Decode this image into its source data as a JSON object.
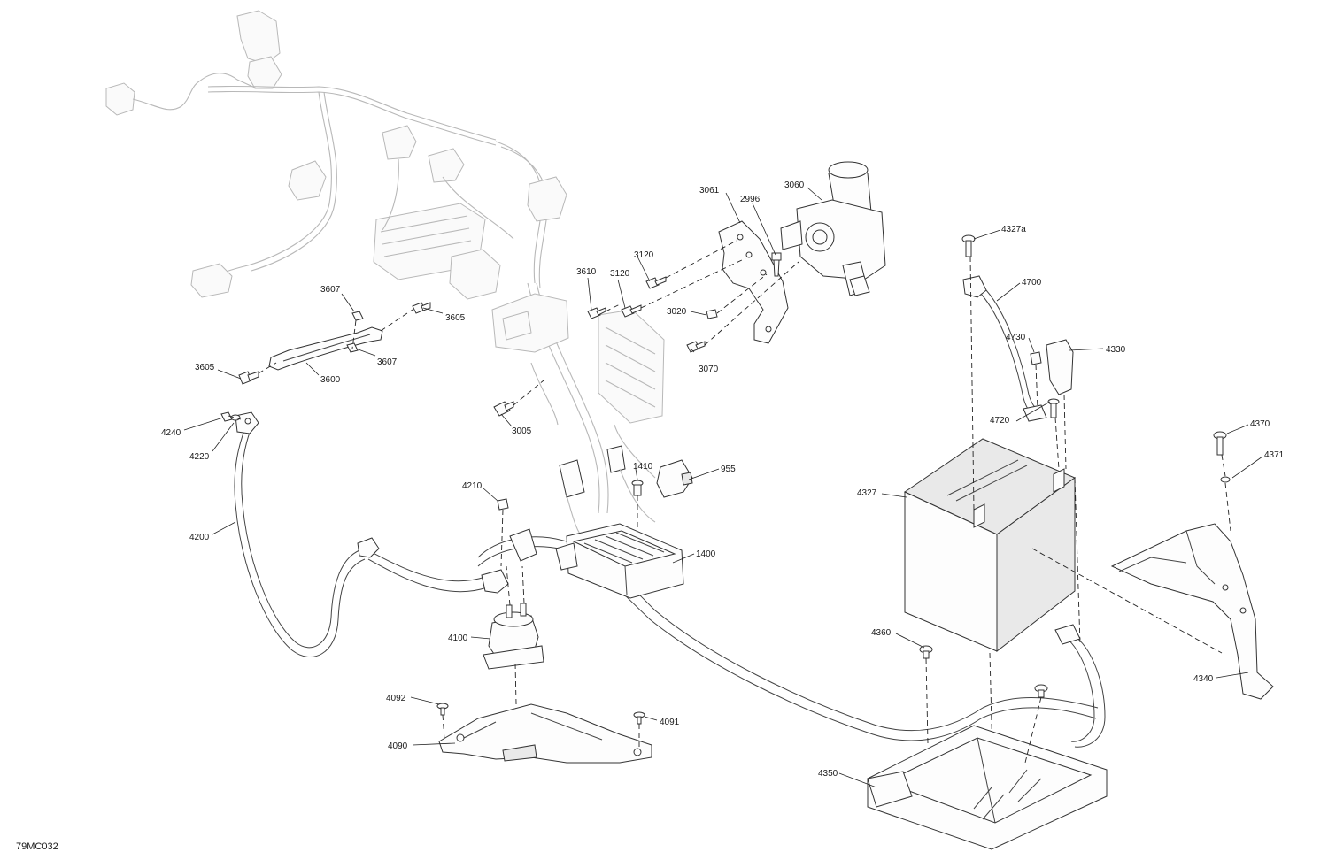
{
  "diagram": {
    "drawing_code": "79MC032",
    "callouts": [
      {
        "id": "c3061",
        "label": "3061"
      },
      {
        "id": "c2996",
        "label": "2996"
      },
      {
        "id": "c3060",
        "label": "3060"
      },
      {
        "id": "c3120a",
        "label": "3120"
      },
      {
        "id": "c3120b",
        "label": "3120"
      },
      {
        "id": "c3610",
        "label": "3610"
      },
      {
        "id": "c3020",
        "label": "3020"
      },
      {
        "id": "c3070",
        "label": "3070"
      },
      {
        "id": "c3607a",
        "label": "3607"
      },
      {
        "id": "c3605a",
        "label": "3605"
      },
      {
        "id": "c3607b",
        "label": "3607"
      },
      {
        "id": "c3605b",
        "label": "3605"
      },
      {
        "id": "c3600",
        "label": "3600"
      },
      {
        "id": "c3005",
        "label": "3005"
      },
      {
        "id": "c4240",
        "label": "4240"
      },
      {
        "id": "c4220",
        "label": "4220"
      },
      {
        "id": "c4200",
        "label": "4200"
      },
      {
        "id": "c4210",
        "label": "4210"
      },
      {
        "id": "c1410",
        "label": "1410"
      },
      {
        "id": "c955",
        "label": "955"
      },
      {
        "id": "c1400",
        "label": "1400"
      },
      {
        "id": "c4100",
        "label": "4100"
      },
      {
        "id": "c4092",
        "label": "4092"
      },
      {
        "id": "c4091",
        "label": "4091"
      },
      {
        "id": "c4090",
        "label": "4090"
      },
      {
        "id": "c4327a",
        "label": "4327a"
      },
      {
        "id": "c4700",
        "label": "4700"
      },
      {
        "id": "c4730",
        "label": "4730"
      },
      {
        "id": "c4330",
        "label": "4330"
      },
      {
        "id": "c4720",
        "label": "4720"
      },
      {
        "id": "c4327",
        "label": "4327"
      },
      {
        "id": "c4370",
        "label": "4370"
      },
      {
        "id": "c4371",
        "label": "4371"
      },
      {
        "id": "c4360",
        "label": "4360"
      },
      {
        "id": "c4340",
        "label": "4340"
      },
      {
        "id": "c4350",
        "label": "4350"
      }
    ]
  }
}
